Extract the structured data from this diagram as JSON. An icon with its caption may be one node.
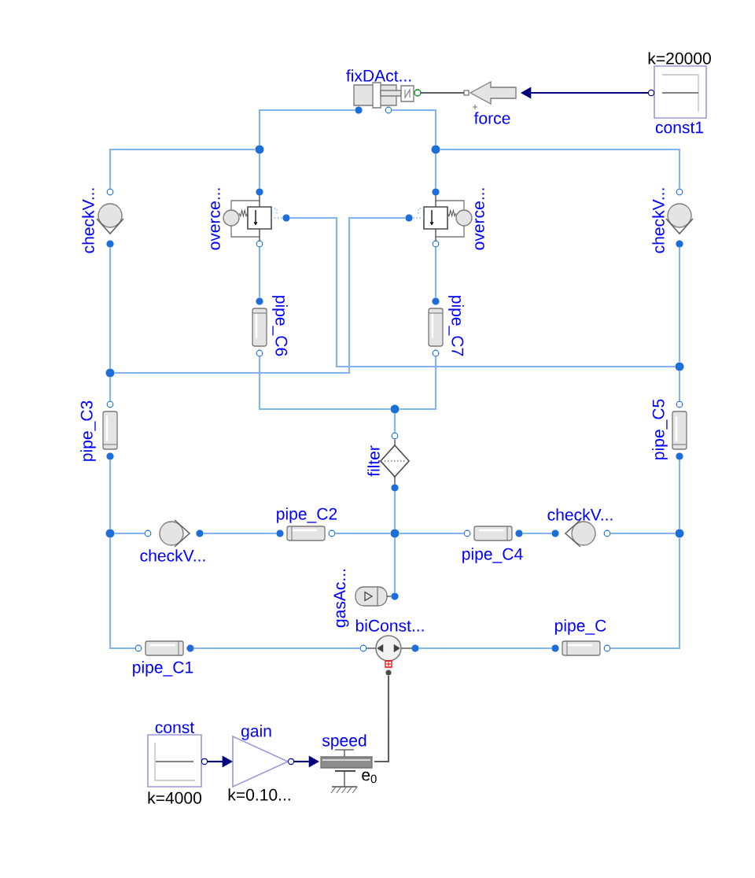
{
  "diagram": {
    "nodes": [
      {
        "text": [
          "fixDAct..."
        ]
      },
      {
        "text": [
          "force"
        ]
      },
      {
        "text": [
          "k=20000",
          "const1"
        ]
      },
      {
        "text": [],
        "shape": "circle"
      },
      {
        "text": [],
        "shape": "circle"
      },
      {
        "text": [
          "checkV..."
        ]
      },
      {
        "text": [
          "overce..."
        ]
      },
      {
        "text": [
          "overce..."
        ]
      },
      {
        "text": [
          "checkV..."
        ]
      },
      {
        "text": [
          "pipe_C6"
        ]
      },
      {
        "text": [
          "pipe_C7"
        ]
      },
      {
        "text": [],
        "shape": "circle"
      },
      {
        "text": [],
        "shape": "circle"
      },
      {
        "text": [
          "pipe_C3"
        ]
      },
      {
        "text": [],
        "shape": "circle"
      },
      {
        "text": [
          "filter"
        ]
      },
      {
        "text": [
          "pipe_C5"
        ]
      },
      {
        "text": [],
        "shape": "circle"
      },
      {
        "text": [
          "checkV..."
        ]
      },
      {
        "text": [
          "pipe_C2"
        ]
      },
      {
        "text": [],
        "shape": "circle"
      },
      {
        "text": [
          "pipe_C4"
        ]
      },
      {
        "text": [
          "checkV..."
        ]
      },
      {
        "text": [],
        "shape": "circle"
      },
      {
        "text": [
          "gasAc..."
        ]
      },
      {
        "text": [
          "pipe_C1"
        ]
      },
      {
        "text": [
          "biConst..."
        ]
      },
      {
        "text": [
          "pipe_C"
        ]
      },
      {
        "text": [
          "const",
          "k=4000"
        ]
      },
      {
        "text": [
          "gain",
          "k=0.10..."
        ]
      },
      {
        "text": [
          "speed",
          "e$_{0}$"
        ]
      }
    ],
    "edges": [
      {
        "from": 0,
        "to": 3,
        "arrow": "none"
      },
      {
        "from": 3,
        "to": 5,
        "arrow": "none"
      },
      {
        "from": 3,
        "to": 6,
        "arrow": "none"
      },
      {
        "from": 0,
        "to": 4,
        "arrow": "none"
      },
      {
        "from": 4,
        "to": 7,
        "arrow": "none"
      },
      {
        "from": 4,
        "to": 8,
        "arrow": "none"
      },
      {
        "from": 0,
        "to": 1,
        "arrow": "none",
        "color": "#606060"
      },
      {
        "from": 2,
        "to": 1,
        "arrow": "to",
        "color": "#00007f"
      },
      {
        "from": 6,
        "to": 9,
        "arrow": "none"
      },
      {
        "from": 7,
        "to": 10,
        "arrow": "none"
      },
      {
        "from": 5,
        "to": 11,
        "arrow": "none"
      },
      {
        "from": 8,
        "to": 12,
        "arrow": "none"
      },
      {
        "from": 6,
        "to": 12,
        "arrow": "none"
      },
      {
        "from": 7,
        "to": 11,
        "arrow": "none"
      },
      {
        "from": 11,
        "to": 13,
        "arrow": "none"
      },
      {
        "from": 12,
        "to": 16,
        "arrow": "none"
      },
      {
        "from": 9,
        "to": 14,
        "arrow": "none"
      },
      {
        "from": 10,
        "to": 14,
        "arrow": "none"
      },
      {
        "from": 14,
        "to": 15,
        "arrow": "none"
      },
      {
        "from": 15,
        "to": 20,
        "arrow": "none"
      },
      {
        "from": 13,
        "to": 17,
        "arrow": "none"
      },
      {
        "from": 17,
        "to": 18,
        "arrow": "none"
      },
      {
        "from": 18,
        "to": 19,
        "arrow": "none"
      },
      {
        "from": 19,
        "to": 20,
        "arrow": "none"
      },
      {
        "from": 20,
        "to": 21,
        "arrow": "none"
      },
      {
        "from": 21,
        "to": 22,
        "arrow": "none"
      },
      {
        "from": 22,
        "to": 23,
        "arrow": "none"
      },
      {
        "from": 16,
        "to": 23,
        "arrow": "none"
      },
      {
        "from": 20,
        "to": 24,
        "arrow": "none"
      },
      {
        "from": 17,
        "to": 25,
        "arrow": "none"
      },
      {
        "from": 25,
        "to": 26,
        "arrow": "none"
      },
      {
        "from": 26,
        "to": 27,
        "arrow": "none"
      },
      {
        "from": 27,
        "to": 23,
        "arrow": "none"
      },
      {
        "from": 26,
        "to": 30,
        "arrow": "none",
        "color": "#606060"
      },
      {
        "from": 28,
        "to": 29,
        "arrow": "to",
        "color": "#00007f"
      },
      {
        "from": 29,
        "to": 30,
        "arrow": "to",
        "color": "#00007f"
      }
    ]
  }
}
